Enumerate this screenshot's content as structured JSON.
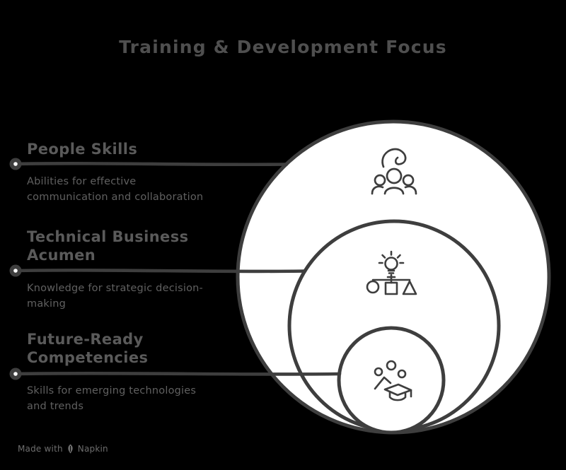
{
  "title": "Training & Development Focus",
  "items": [
    {
      "heading": "People Skills",
      "description": "Abilities for effective communication and collaboration",
      "icon": "team-collaboration-icon"
    },
    {
      "heading": "Technical Business Acumen",
      "description": "Knowledge for strategic decision-making",
      "icon": "idea-decision-shapes-icon"
    },
    {
      "heading": "Future-Ready Competencies",
      "description": "Skills for emerging technologies and trends",
      "icon": "graduation-learning-icon"
    }
  ],
  "footer": {
    "prefix": "Made with",
    "brand": "Napkin",
    "icon": "napkin-logo-icon"
  },
  "colors": {
    "background": "#000000",
    "circle_fill": "#ffffff",
    "sketch_stroke": "#3e3e3e",
    "title_text": "#4f4f4f",
    "heading_text": "#5a5a5a",
    "body_text": "#606060",
    "footer_text": "#6e6e6e"
  }
}
